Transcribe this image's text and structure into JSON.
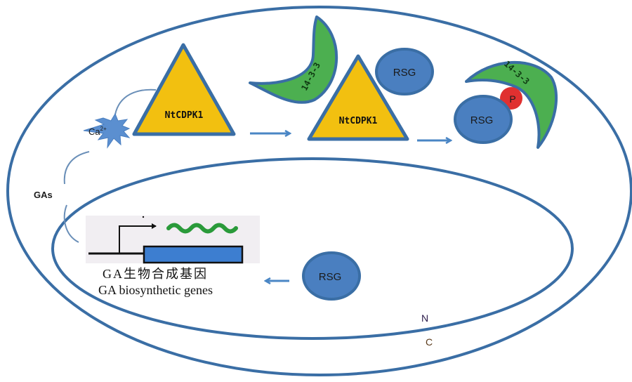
{
  "diagram": {
    "compartments": {
      "cytoplasm_label": "C",
      "nucleus_label": "N"
    },
    "signals": {
      "gas_label": "GAs",
      "calcium_label": "Ca",
      "calcium_superscript": "2+"
    },
    "step1": {
      "kinase_label": "NtCDPK1"
    },
    "step2": {
      "adaptor_label": "14-3-3",
      "kinase_label": "NtCDPK1",
      "target_label": "RSG"
    },
    "step3": {
      "adaptor_label": "14-3-3",
      "phospho_label": "P",
      "target_label": "RSG"
    },
    "nuclear": {
      "target_label": "RSG",
      "gene_label_cn": "GA生物合成基因",
      "gene_label_en": "GA biosynthetic genes"
    },
    "colors": {
      "membrane": "#3a6ea5",
      "kinase_fill": "#f2c010",
      "adaptor_fill": "#4caf50",
      "rsg_fill": "#4a7fc0",
      "phospho_fill": "#e03030",
      "calcium_fill": "#5b8fd0",
      "gene_box_fill": "#3d7ed0",
      "transcript": "#2a9a3a",
      "arrow": "#4a86c5"
    }
  }
}
